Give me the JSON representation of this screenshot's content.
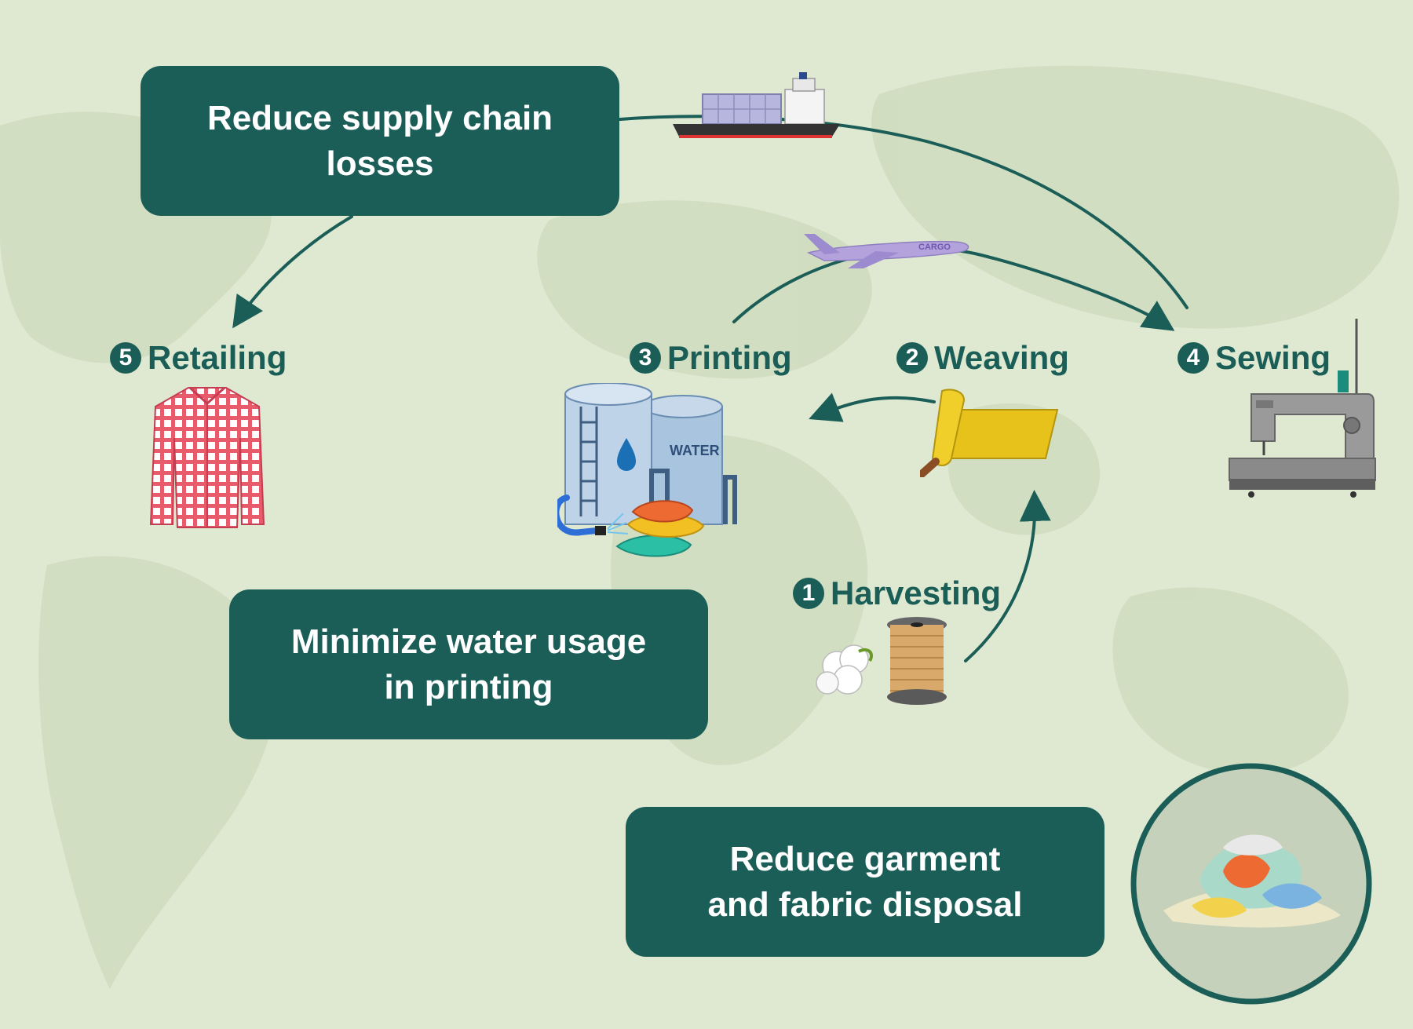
{
  "goals": {
    "supply_chain": {
      "line1": "Reduce supply chain",
      "line2": "losses"
    },
    "water": {
      "line1": "Minimize water usage",
      "line2": "in printing"
    },
    "disposal": {
      "line1": "Reduce garment",
      "line2": "and fabric disposal"
    }
  },
  "steps": [
    {
      "number": "1",
      "label": "Harvesting"
    },
    {
      "number": "2",
      "label": "Weaving"
    },
    {
      "number": "3",
      "label": "Printing"
    },
    {
      "number": "4",
      "label": "Sewing"
    },
    {
      "number": "5",
      "label": "Retailing"
    }
  ],
  "illustrations": {
    "water_tank_label": "WATER",
    "plane_label": "CARGO"
  },
  "colors": {
    "accent": "#1b5e57",
    "background": "#dfe9d2",
    "shirt": "#e85b6a",
    "fabric_roll": "#e6c21a",
    "plane": "#b3a2dc"
  }
}
